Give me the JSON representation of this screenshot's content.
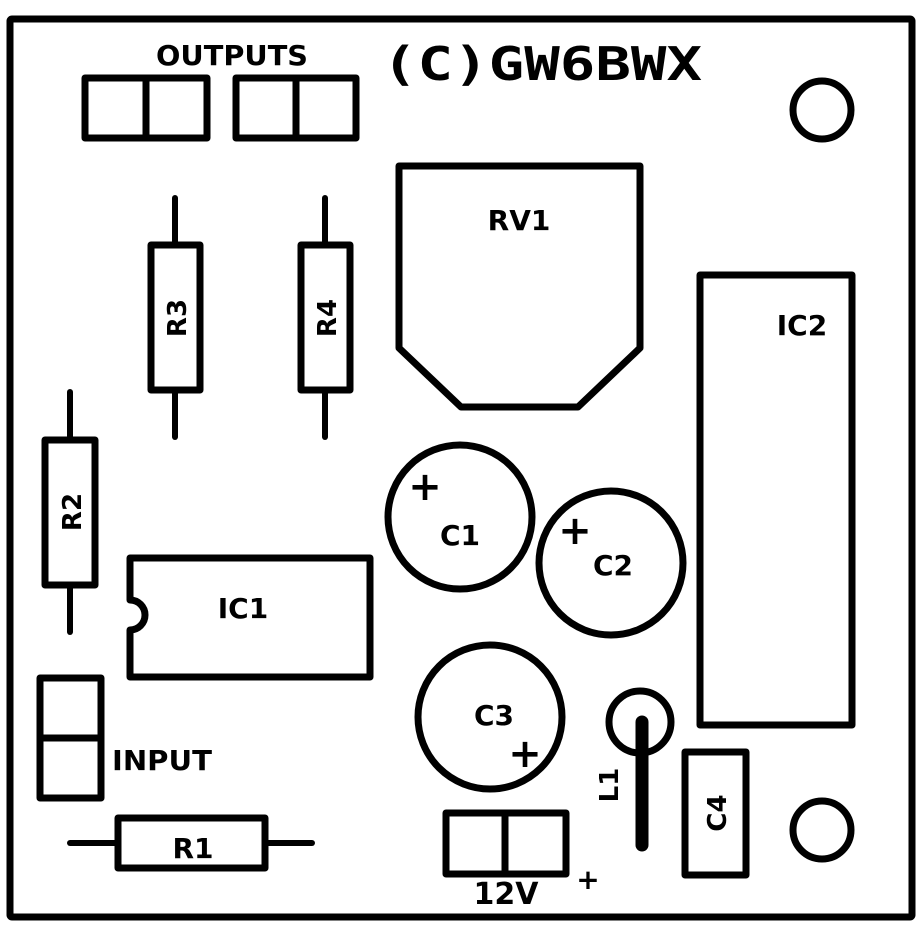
{
  "board": {
    "title": "(C)GW6BWX",
    "ink_color": "#000000",
    "background_color": "#ffffff"
  },
  "labels": {
    "outputs": "OUTPUTS",
    "input": "INPUT",
    "power": "12V",
    "power_polarity": "+"
  },
  "components": {
    "rv1": "RV1",
    "ic1": "IC1",
    "ic2": "IC2",
    "r1": "R1",
    "r2": "R2",
    "r3": "R3",
    "r4": "R4",
    "c1": "C1",
    "c2": "C2",
    "c3": "C3",
    "c4": "C4",
    "l1": "L1"
  },
  "polarity_marks": {
    "c1": "+",
    "c2": "+",
    "c3": "+"
  }
}
